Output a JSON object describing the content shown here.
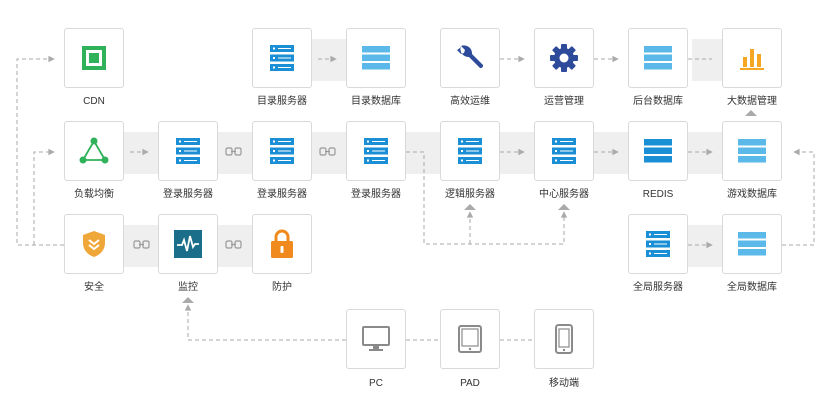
{
  "nodes": {
    "cdn": {
      "label": "CDN",
      "icon": "cdn-square-icon"
    },
    "dir_server": {
      "label": "目录服务器",
      "icon": "server-icon"
    },
    "dir_db": {
      "label": "目录数据库",
      "icon": "database-icon"
    },
    "ops": {
      "label": "高效运维",
      "icon": "wrench-icon"
    },
    "operations": {
      "label": "运营管理",
      "icon": "gear-icon"
    },
    "backend_db": {
      "label": "后台数据库",
      "icon": "database-icon"
    },
    "bigdata": {
      "label": "大数据管理",
      "icon": "bar-chart-icon"
    },
    "lb": {
      "label": "负载均衡",
      "icon": "network-triangle-icon"
    },
    "login1": {
      "label": "登录服务器",
      "icon": "server-icon"
    },
    "login2": {
      "label": "登录服务器",
      "icon": "server-icon"
    },
    "login3": {
      "label": "登录服务器",
      "icon": "server-icon"
    },
    "logic": {
      "label": "逻辑服务器",
      "icon": "server-icon"
    },
    "center": {
      "label": "中心服务器",
      "icon": "server-icon"
    },
    "redis": {
      "label": "REDIS",
      "icon": "database-icon"
    },
    "gamedb": {
      "label": "游戏数据库",
      "icon": "database-icon"
    },
    "security": {
      "label": "安全",
      "icon": "shield-icon"
    },
    "monitor": {
      "label": "监控",
      "icon": "pulse-monitor-icon"
    },
    "protect": {
      "label": "防护",
      "icon": "padlock-icon"
    },
    "global_server": {
      "label": "全局服务器",
      "icon": "server-icon"
    },
    "global_db": {
      "label": "全局数据库",
      "icon": "database-icon"
    },
    "pc": {
      "label": "PC",
      "icon": "desktop-monitor-icon"
    },
    "pad": {
      "label": "PAD",
      "icon": "tablet-icon"
    },
    "mobile": {
      "label": "移动端",
      "icon": "smartphone-icon"
    }
  },
  "colors": {
    "accent_blue": "#1a8fd6",
    "light_blue": "#5ab9e8",
    "navy": "#2e4a9a",
    "green": "#2fb25a",
    "orange": "#f0a73a",
    "amber": "#f5a623",
    "teal_dark": "#1a6e8a",
    "grey_icon": "#8a8a8a",
    "line": "#aaaaaa",
    "band": "#efefef"
  }
}
